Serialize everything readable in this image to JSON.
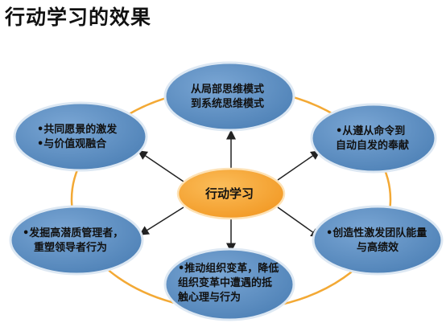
{
  "title": "行动学习的效果",
  "center": {
    "label": "行动学习"
  },
  "nodes": [
    {
      "id": "top",
      "lines": [
        "从局部思维模式",
        "到系统思维模式"
      ]
    },
    {
      "id": "top-right",
      "lines": [
        "•从遵从命令到",
        "自动自发的奉献"
      ]
    },
    {
      "id": "bottom-right",
      "lines": [
        "•创造性激发团队能量",
        "与高绩效"
      ]
    },
    {
      "id": "bottom",
      "lines": [
        "•推动组织变革，降低",
        "组织变革中遭遇的抵",
        "触心理与行为"
      ]
    },
    {
      "id": "bottom-left",
      "lines": [
        "•发掘高潜质管理者，",
        "重塑领导者行为"
      ]
    },
    {
      "id": "top-left",
      "lines": [
        "•共同愿景的激发",
        "•与价值观融合"
      ]
    }
  ],
  "colors": {
    "node_fill": "#5b8dc0",
    "node_stroke": "#dde8f3",
    "center_fill": "#f7a93b",
    "ring": "#f3a935",
    "arrow": "#222222"
  }
}
